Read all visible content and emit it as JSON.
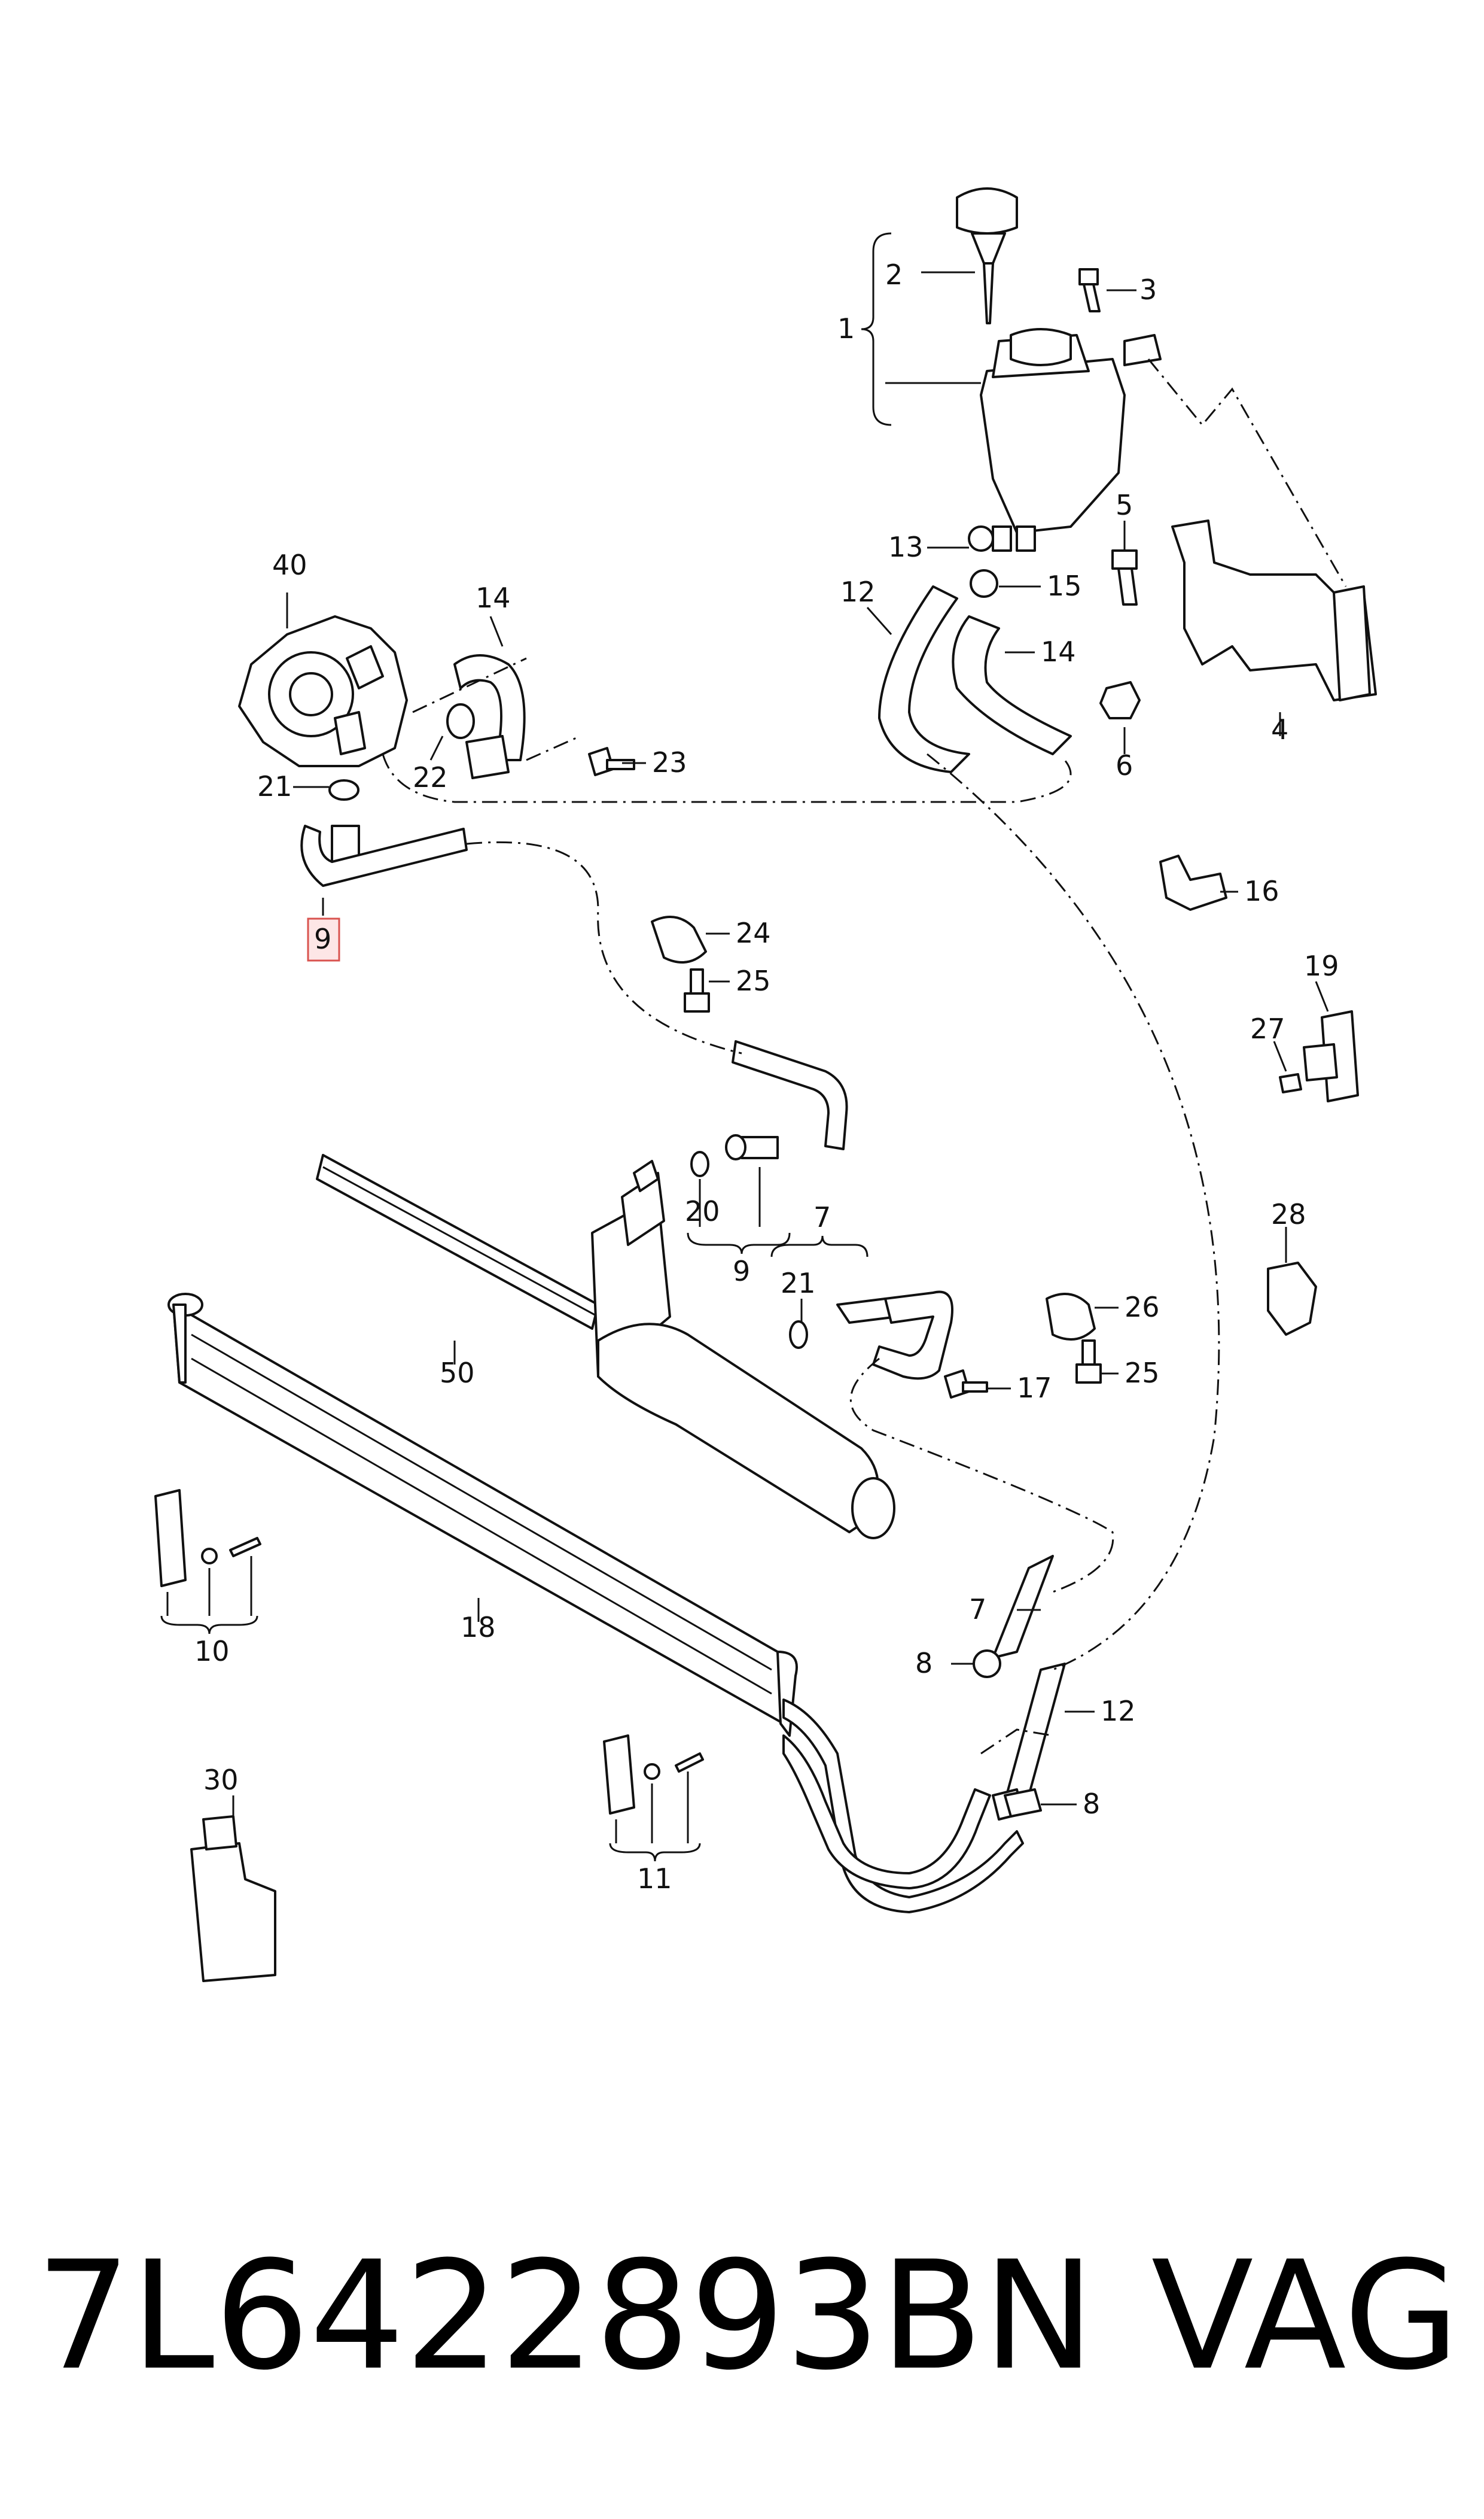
{
  "diagram": {
    "callouts": {
      "c1": "1",
      "c2": "2",
      "c3": "3",
      "c4": "4",
      "c5": "5",
      "c6": "6",
      "c7a": "7",
      "c7b": "7",
      "c8a": "8",
      "c8b": "8",
      "c9a": "9",
      "c9b": "9",
      "c10": "10",
      "c11": "11",
      "c12a": "12",
      "c12b": "12",
      "c13": "13",
      "c14a": "14",
      "c14b": "14",
      "c15": "15",
      "c16": "16",
      "c17": "17",
      "c18": "18",
      "c19": "19",
      "c20": "20",
      "c21a": "21",
      "c21b": "21",
      "c22": "22",
      "c23": "23",
      "c24": "24",
      "c25a": "25",
      "c25b": "25",
      "c26": "26",
      "c27": "27",
      "c28": "28",
      "c30": "30",
      "c40": "40",
      "c50": "50"
    },
    "highlighted_callout": "9",
    "highlight_color": "#d9534f"
  },
  "footer": {
    "part_number": "7L6422893BN",
    "brand": "VAG"
  }
}
